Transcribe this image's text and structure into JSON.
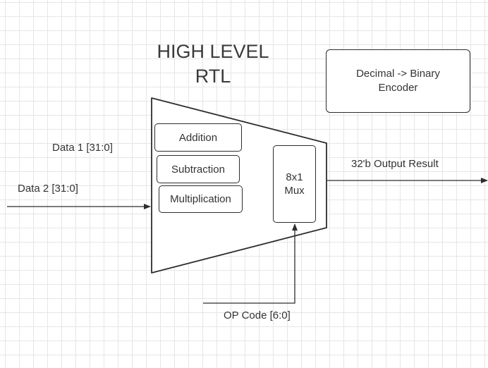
{
  "title": {
    "line1": "HIGH LEVEL",
    "line2": "RTL"
  },
  "encoder": {
    "line1": "Decimal -> Binary",
    "line2": "Encoder"
  },
  "inputs": {
    "data1": "Data 1 [31:0]",
    "data2": "Data 2 [31:0]"
  },
  "operations": [
    "Addition",
    "Subtraction",
    "Multiplication"
  ],
  "mux": {
    "line1": "8x1",
    "line2": "Mux"
  },
  "output_label": "32'b Output Result",
  "opcode_label": "OP Code [6:0]",
  "colors": {
    "stroke": "#2d2d2d",
    "grid": "#e6e6e6",
    "text": "#333333"
  }
}
